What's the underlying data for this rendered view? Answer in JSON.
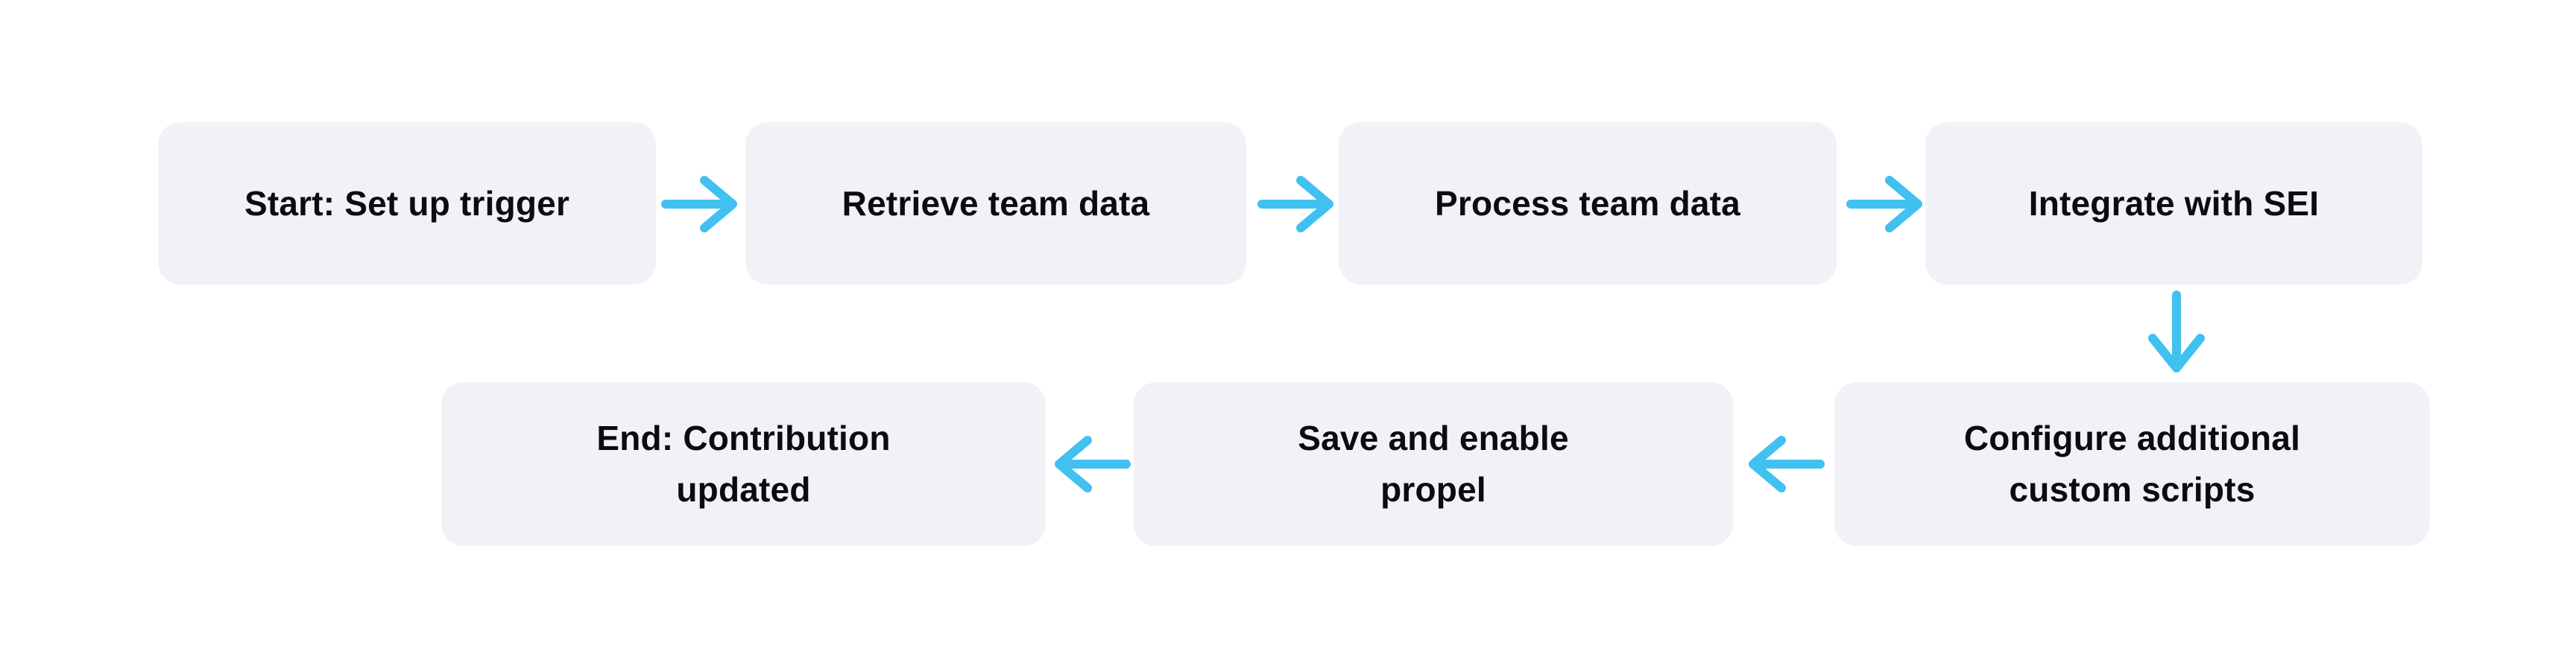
{
  "diagram": {
    "type": "flowchart",
    "colors": {
      "canvas-bg": "#FFFFFF",
      "node-fill": "#F1F2F7",
      "node-text": "#0B0B10",
      "accent": "#41C1F0"
    },
    "nodes": [
      {
        "id": "start",
        "label": "Start: Set up trigger"
      },
      {
        "id": "retrieve",
        "label": "Retrieve team data"
      },
      {
        "id": "process",
        "label": "Process team data"
      },
      {
        "id": "integrate",
        "label": "Integrate with SEI"
      },
      {
        "id": "configure",
        "label": "Configure additional custom scripts"
      },
      {
        "id": "save",
        "label": "Save and enable propel"
      },
      {
        "id": "end",
        "label": "End: Contribution updated"
      }
    ],
    "edges": [
      {
        "from": "start",
        "to": "retrieve",
        "direction": "right",
        "icon": "arrow-right-icon"
      },
      {
        "from": "retrieve",
        "to": "process",
        "direction": "right",
        "icon": "arrow-right-icon"
      },
      {
        "from": "process",
        "to": "integrate",
        "direction": "right",
        "icon": "arrow-right-icon"
      },
      {
        "from": "integrate",
        "to": "configure",
        "direction": "down",
        "icon": "arrow-down-icon"
      },
      {
        "from": "configure",
        "to": "save",
        "direction": "left",
        "icon": "arrow-left-icon"
      },
      {
        "from": "save",
        "to": "end",
        "direction": "left",
        "icon": "arrow-left-icon"
      }
    ]
  }
}
